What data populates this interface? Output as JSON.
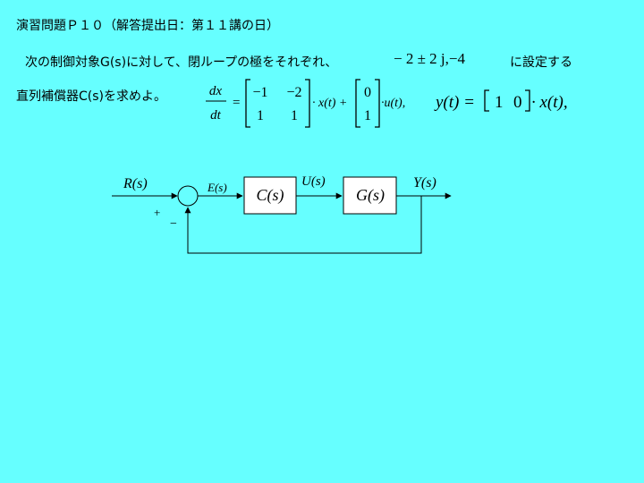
{
  "problem": {
    "title": "演習問題Ｐ１０（解答提出日：第１１講の日）",
    "line1": "次の制御対象G(s)に対して、閉ループの極をそれぞれ、",
    "poles": "− 2 ± 2 j,−4",
    "line1_end": "に設定する",
    "line2": "直列補償器C(s)を求めよ。"
  },
  "equation": {
    "deriv_num": "dx",
    "deriv_den": "dt",
    "eq": "=",
    "A": [
      "−1",
      "−2",
      "1",
      "1"
    ],
    "x_term": "· x(t) +",
    "B": [
      "0",
      "1"
    ],
    "u_term": "·u(t),",
    "y_lhs": "y(t) =",
    "C": [
      "1",
      "0"
    ],
    "y_rhs": "· x(t),"
  },
  "diagram": {
    "R": "R(s)",
    "E": "E(s)",
    "C_block": "C(s)",
    "U": "U(s)",
    "G_block": "G(s)",
    "Y": "Y(s)",
    "plus": "+",
    "minus": "−"
  }
}
